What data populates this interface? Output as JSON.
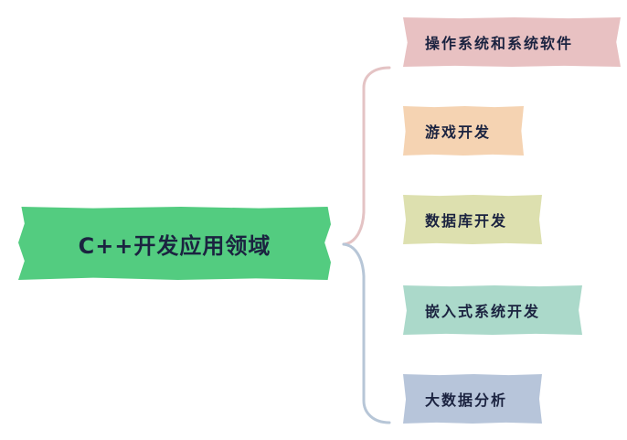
{
  "diagram": {
    "central_topic": {
      "label": "C++开发应用领域",
      "color": "#53cc80"
    },
    "branches": [
      {
        "label": "操作系统和系统软件",
        "color": "#e8c1c2",
        "connector_color": "#e4c3c4"
      },
      {
        "label": "游戏开发",
        "color": "#f5d3b2",
        "connector_color": "#e4c3c4"
      },
      {
        "label": "数据库开发",
        "color": "#dde0af",
        "connector_color": "#e4c3c4"
      },
      {
        "label": "嵌入式系统开发",
        "color": "#abd9ca",
        "connector_color": "#b7c6d7"
      },
      {
        "label": "大数据分析",
        "color": "#b7c5da",
        "connector_color": "#b7c6d7"
      }
    ]
  }
}
